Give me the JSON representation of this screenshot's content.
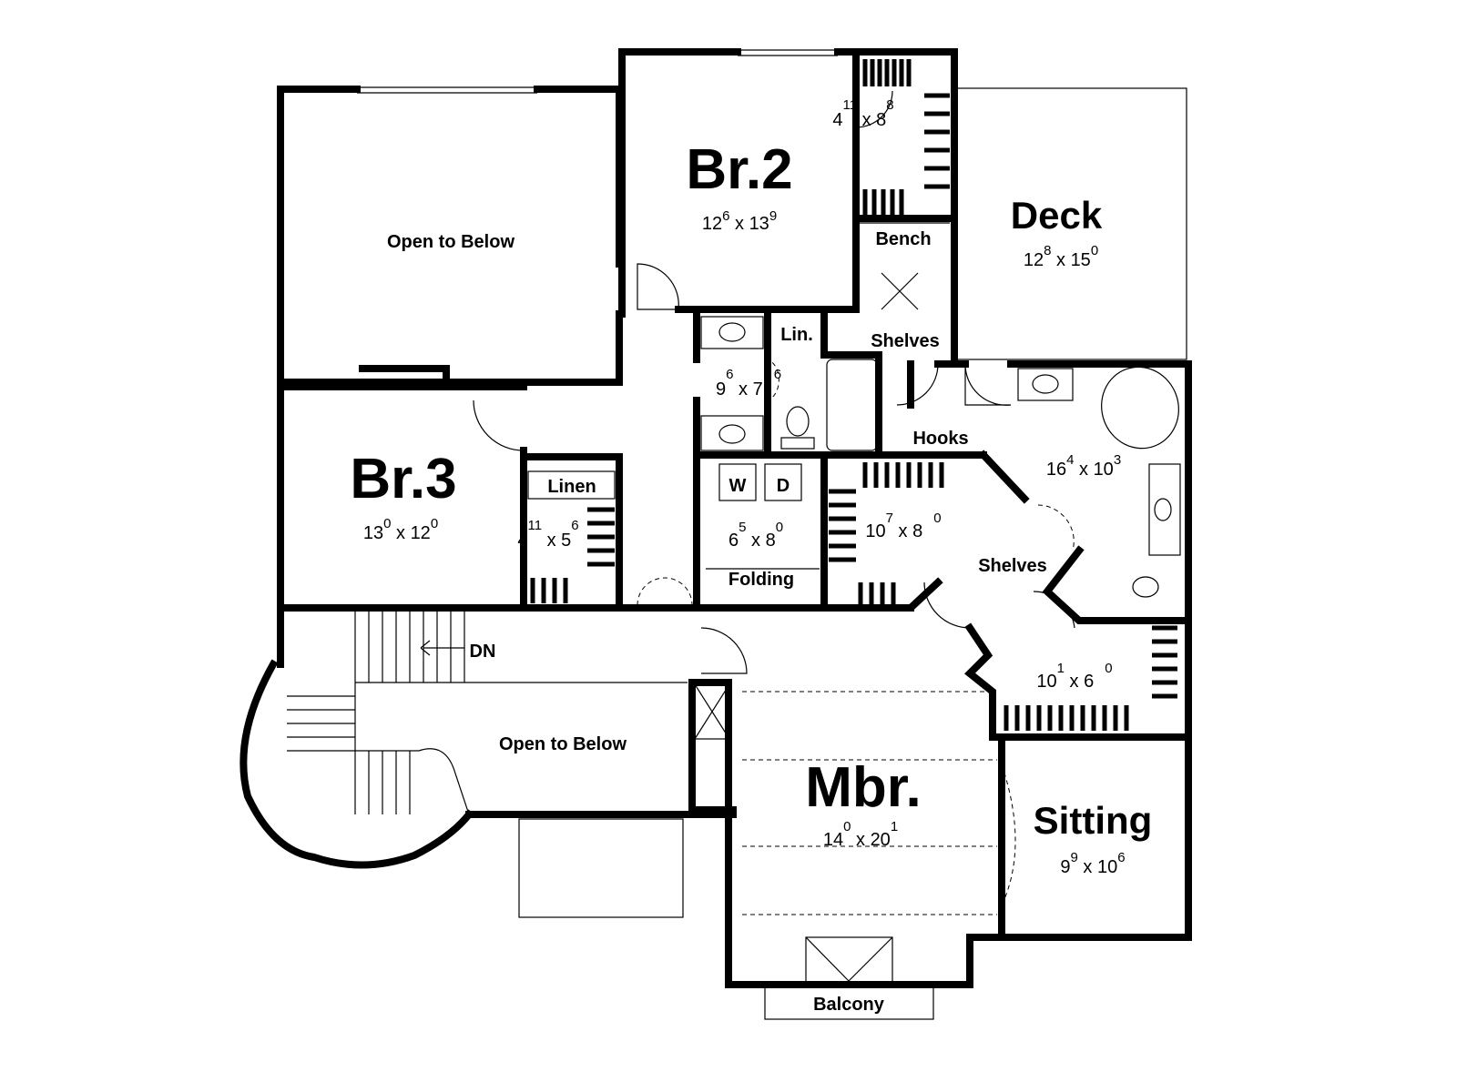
{
  "plan": {
    "open_below_1": "Open to Below",
    "open_below_2": "Open to Below",
    "br2": {
      "name": "Br.2",
      "w": "12",
      "wi": "6",
      "d": "13",
      "di": "9"
    },
    "closet_br2": {
      "w": "4",
      "wi": "11",
      "d": "8",
      "di": "8"
    },
    "deck": {
      "name": "Deck",
      "w": "12",
      "wi": "8",
      "d": "15",
      "di": "0"
    },
    "bench": "Bench",
    "lin": "Lin.",
    "shelves_1": "Shelves",
    "bath2": {
      "w": "9",
      "wi": "6",
      "d": "7",
      "di": "6"
    },
    "hooks": "Hooks",
    "master_bath": {
      "w": "16",
      "wi": "4",
      "d": "10",
      "di": "3"
    },
    "br3": {
      "name": "Br.3",
      "w": "13",
      "wi": "0",
      "d": "12",
      "di": "0"
    },
    "linen": "Linen",
    "closet_br3": {
      "w": "4",
      "wi": "11",
      "d": "5",
      "di": "6"
    },
    "washer": "W",
    "dryer": "D",
    "laundry": {
      "w": "6",
      "wi": "5",
      "d": "8",
      "di": "0"
    },
    "folding": "Folding",
    "walkin_1": {
      "w": "10",
      "wi": "7",
      "d": "8",
      "di": "0"
    },
    "shelves_2": "Shelves",
    "stair_dn": "DN",
    "walkin_2": {
      "w": "10",
      "wi": "1",
      "d": "6",
      "di": "0"
    },
    "mbr": {
      "name": "Mbr.",
      "w": "14",
      "wi": "0",
      "d": "20",
      "di": "1"
    },
    "sitting": {
      "name": "Sitting",
      "w": "9",
      "wi": "9",
      "d": "10",
      "di": "6"
    },
    "balcony": "Balcony"
  }
}
